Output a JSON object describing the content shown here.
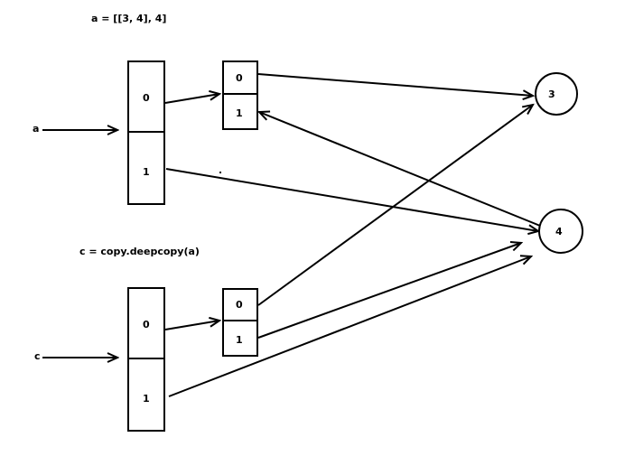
{
  "diagram": {
    "title_a": "a = [[3, 4], 4]",
    "title_c": "c = copy.deepcopy(a)",
    "var_a": "a",
    "var_c": "c",
    "a_outer": {
      "slot0": "0",
      "slot1": "1"
    },
    "a_inner": {
      "slot0": "0",
      "slot1": "1"
    },
    "c_outer": {
      "slot0": "0",
      "slot1": "1"
    },
    "c_inner": {
      "slot0": "0",
      "slot1": "1"
    },
    "value_3": "3",
    "value_4": "4",
    "colors": {
      "stroke": "#000000",
      "background": "#ffffff"
    }
  }
}
